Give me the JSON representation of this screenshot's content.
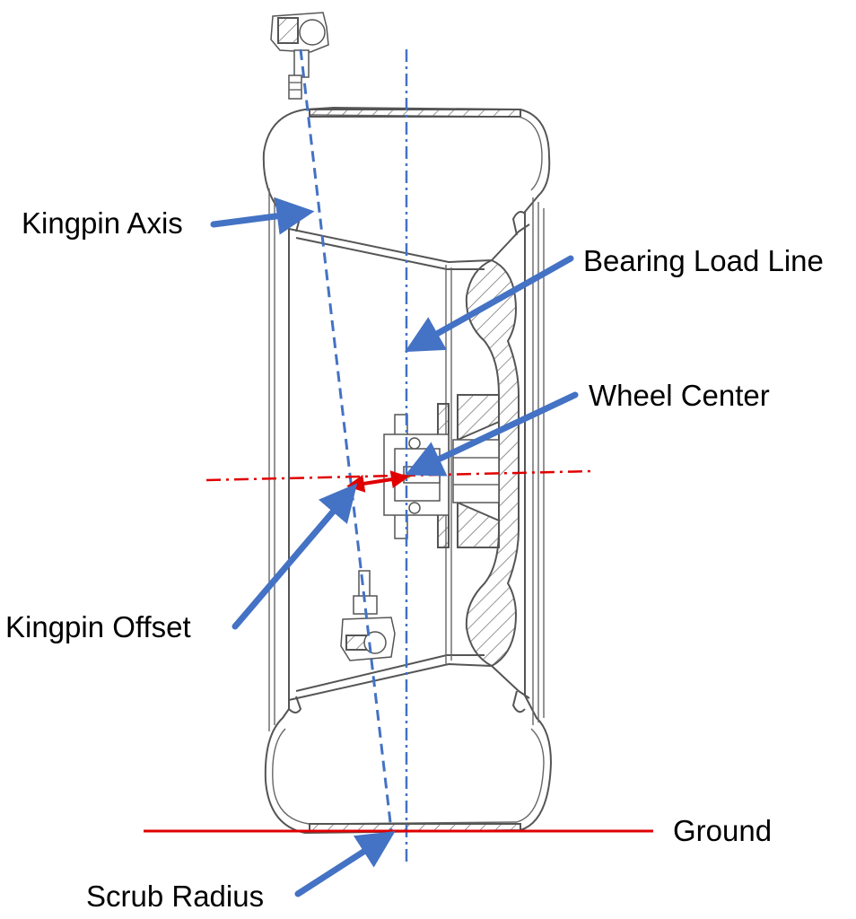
{
  "labels": {
    "kingpin_axis": "Kingpin Axis",
    "bearing_load_line": "Bearing Load Line",
    "wheel_center": "Wheel Center",
    "kingpin_offset": "Kingpin Offset",
    "ground": "Ground",
    "scrub_radius": "Scrub Radius"
  },
  "colors": {
    "pointer_arrow": "#4472c4",
    "axis_lines": "#4472c4",
    "ground_line": "#e00000",
    "center_line": "#e00000",
    "offset_arrow": "#e00000",
    "drawing": "#555555"
  }
}
